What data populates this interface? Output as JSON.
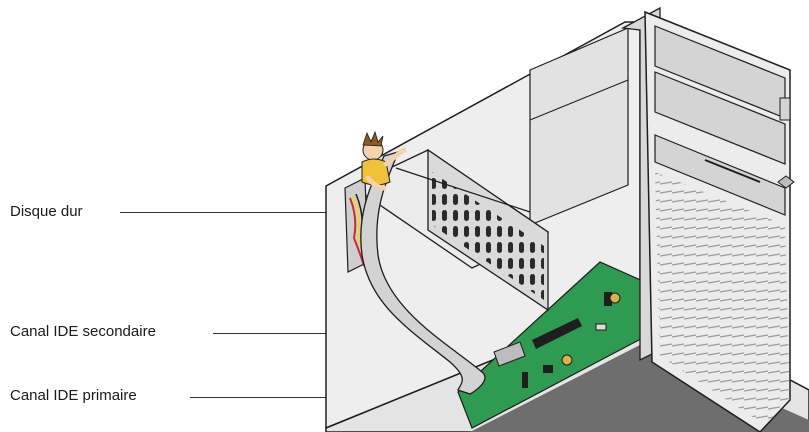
{
  "labels": {
    "hard_disk": "Disque dur",
    "secondary_ide": "Canal IDE secondaire",
    "primary_ide": "Canal IDE primaire"
  },
  "colors": {
    "board": "#2f9a52",
    "cable": "#d3d3d3",
    "case_light": "#e9e9e9",
    "case_mid": "#c9c9c9",
    "case_dark": "#6e6e6e",
    "outline": "#1e1e1e",
    "person_shirt": "#f0c23b",
    "person_hair": "#8a5a24"
  },
  "icons": [
    "computer-tower-icon",
    "person-icon",
    "ide-connector-icon",
    "hard-disk-icon"
  ]
}
